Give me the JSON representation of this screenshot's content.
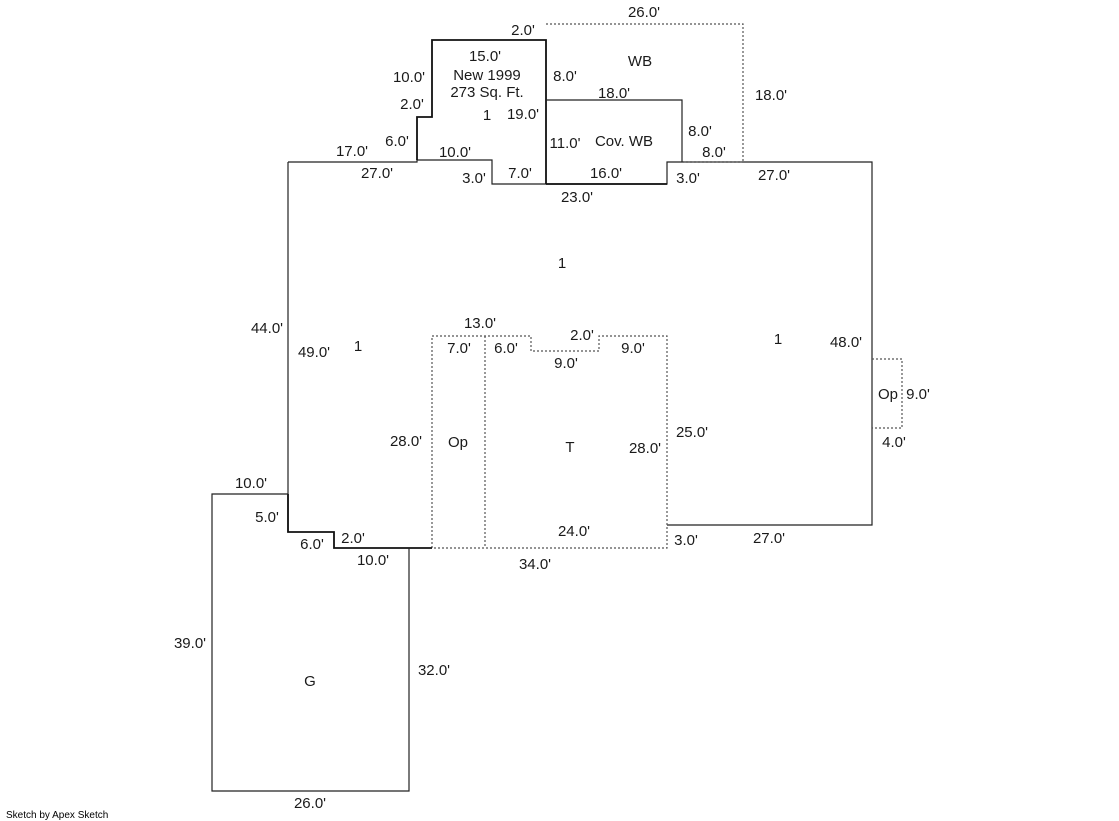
{
  "sketch": {
    "areas": {
      "main_1": "1",
      "left_1": "1",
      "right_1": "1",
      "addition_1": "1",
      "addition_title": "New 1999",
      "addition_area": "273 Sq. Ft.",
      "wb": "WB",
      "cov_wb": "Cov. WB",
      "op_center": "Op",
      "op_right": "Op",
      "terrace": "T",
      "garage": "G"
    },
    "dimensions": {
      "d_2_top": "2.0'",
      "d_26_top": "26.0'",
      "d_15": "15.0'",
      "d_10_addition": "10.0'",
      "d_8_wb": "8.0'",
      "d_2_step": "2.0'",
      "d_19": "19.0'",
      "d_18_wb": "18.0'",
      "d_18_right": "18.0'",
      "d_6_step": "6.0'",
      "d_8_cov_right": "8.0'",
      "d_17": "17.0'",
      "d_10_inner": "10.0'",
      "d_11": "11.0'",
      "d_8_bottom": "8.0'",
      "d_27_left": "27.0'",
      "d_3_left": "3.0'",
      "d_7_top": "7.0'",
      "d_16": "16.0'",
      "d_3_right": "3.0'",
      "d_27_right": "27.0'",
      "d_23": "23.0'",
      "d_44": "44.0'",
      "d_49": "49.0'",
      "d_13": "13.0'",
      "d_2_notch": "2.0'",
      "d_7_op": "7.0'",
      "d_6_notch": "6.0'",
      "d_9_notch": "9.0'",
      "d_9_right_notch": "9.0'",
      "d_48": "48.0'",
      "d_9_op": "9.0'",
      "d_4_op": "4.0'",
      "d_28_left": "28.0'",
      "d_28_t": "28.0'",
      "d_25": "25.0'",
      "d_24": "24.0'",
      "d_3_bottom": "3.0'",
      "d_27_bottom": "27.0'",
      "d_34": "34.0'",
      "d_10_garage_top": "10.0'",
      "d_5": "5.0'",
      "d_6_garage": "6.0'",
      "d_2_garage": "2.0'",
      "d_10_garage_step": "10.0'",
      "d_39": "39.0'",
      "d_32": "32.0'",
      "d_26_bottom": "26.0'"
    },
    "credit": "Sketch by Apex Sketch"
  }
}
